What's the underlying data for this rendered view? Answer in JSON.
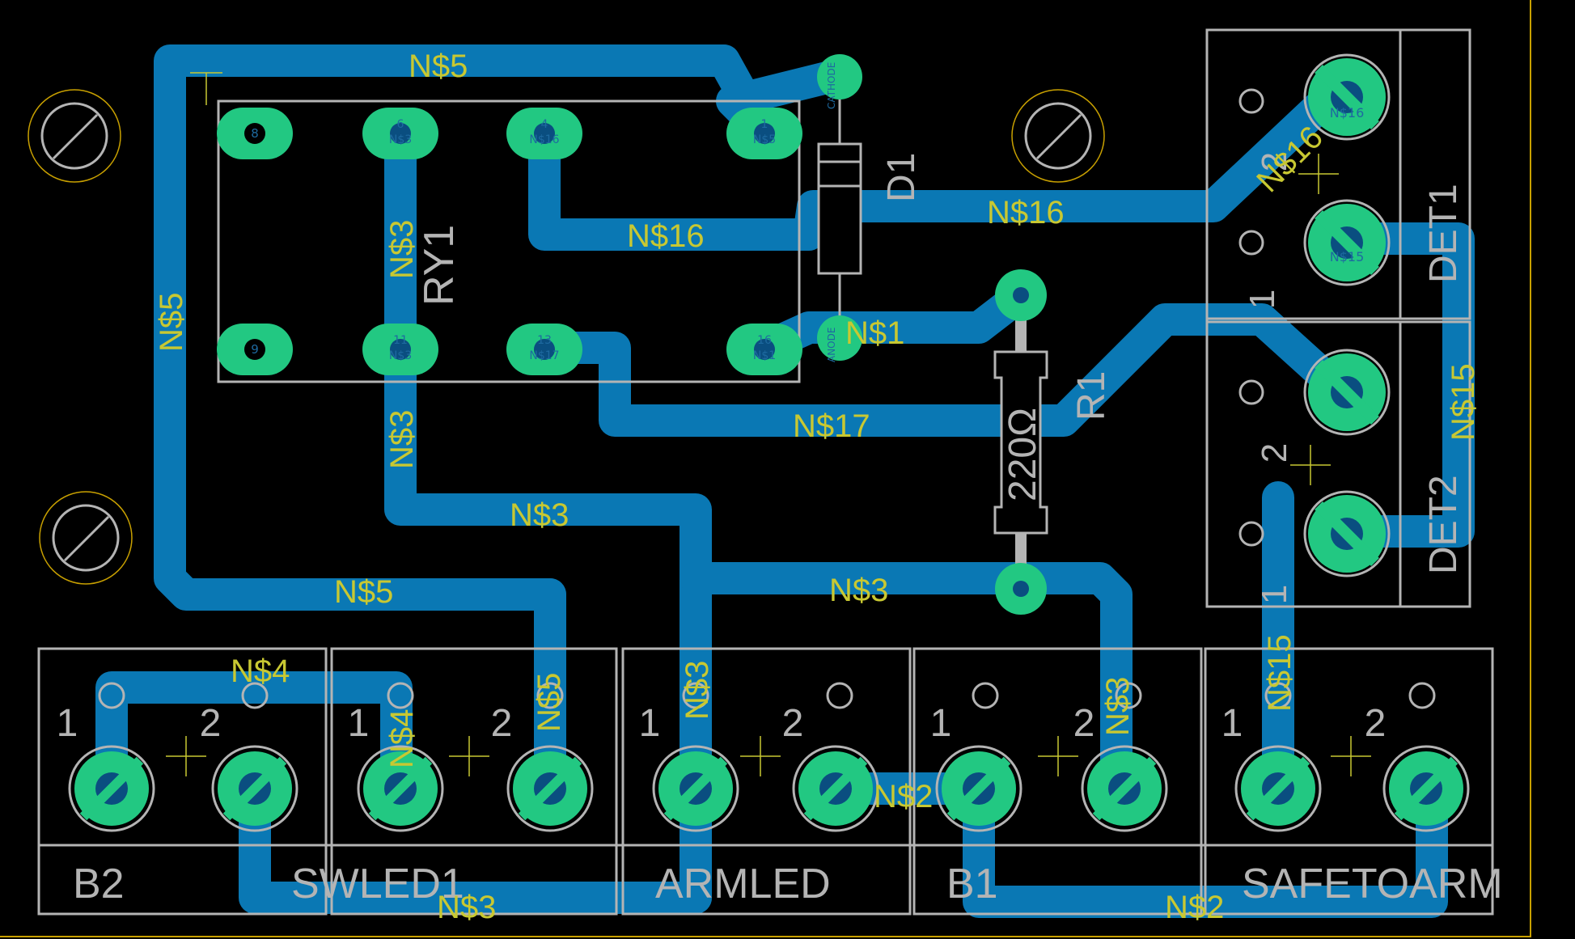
{
  "colors": {
    "background": "#000000",
    "trace": "#0a78b4",
    "pad": "#22c882",
    "drill": "#0a4e80",
    "silk": "#b4b4b4",
    "label": "#c8c832",
    "outline": "#c8a000"
  },
  "nets": {
    "n5_top": "N$5",
    "n5_left": "N$5",
    "n5_mid": "N$5",
    "n5_swled": "N$5",
    "n3_vert": "N$3",
    "n3_vert2": "N$3",
    "n3_mid": "N$3",
    "n3_right": "N$3",
    "n3_arm": "N$3",
    "n3_b1": "N$3",
    "n3_bottom": "N$3",
    "n16_mid": "N$16",
    "n16_right": "N$16",
    "n16_det": "N$16",
    "n1": "N$1",
    "n17": "N$17",
    "n15_det": "N$15",
    "n15_safe": "N$15",
    "n4_b2": "N$4",
    "n4_swled": "N$4",
    "n2_mid": "N$2",
    "n2_bottom": "N$2"
  },
  "components": {
    "ry1": "RY1",
    "d1": "D1",
    "r1": "R1",
    "r1_value": "220Ω",
    "det1": "DET1",
    "det2": "DET2",
    "b2": "B2",
    "swled1": "SWLED1",
    "armled": "ARMLED",
    "b1": "B1",
    "safetoarm": "SAFETOARM"
  },
  "pins": {
    "one": "1",
    "two": "2",
    "six": "6",
    "four": "4",
    "eight": "8",
    "nine": "9",
    "eleven": "11",
    "thirteen": "13",
    "sixteen": "16",
    "cathode": "CATHODE",
    "anode": "ANODE"
  }
}
